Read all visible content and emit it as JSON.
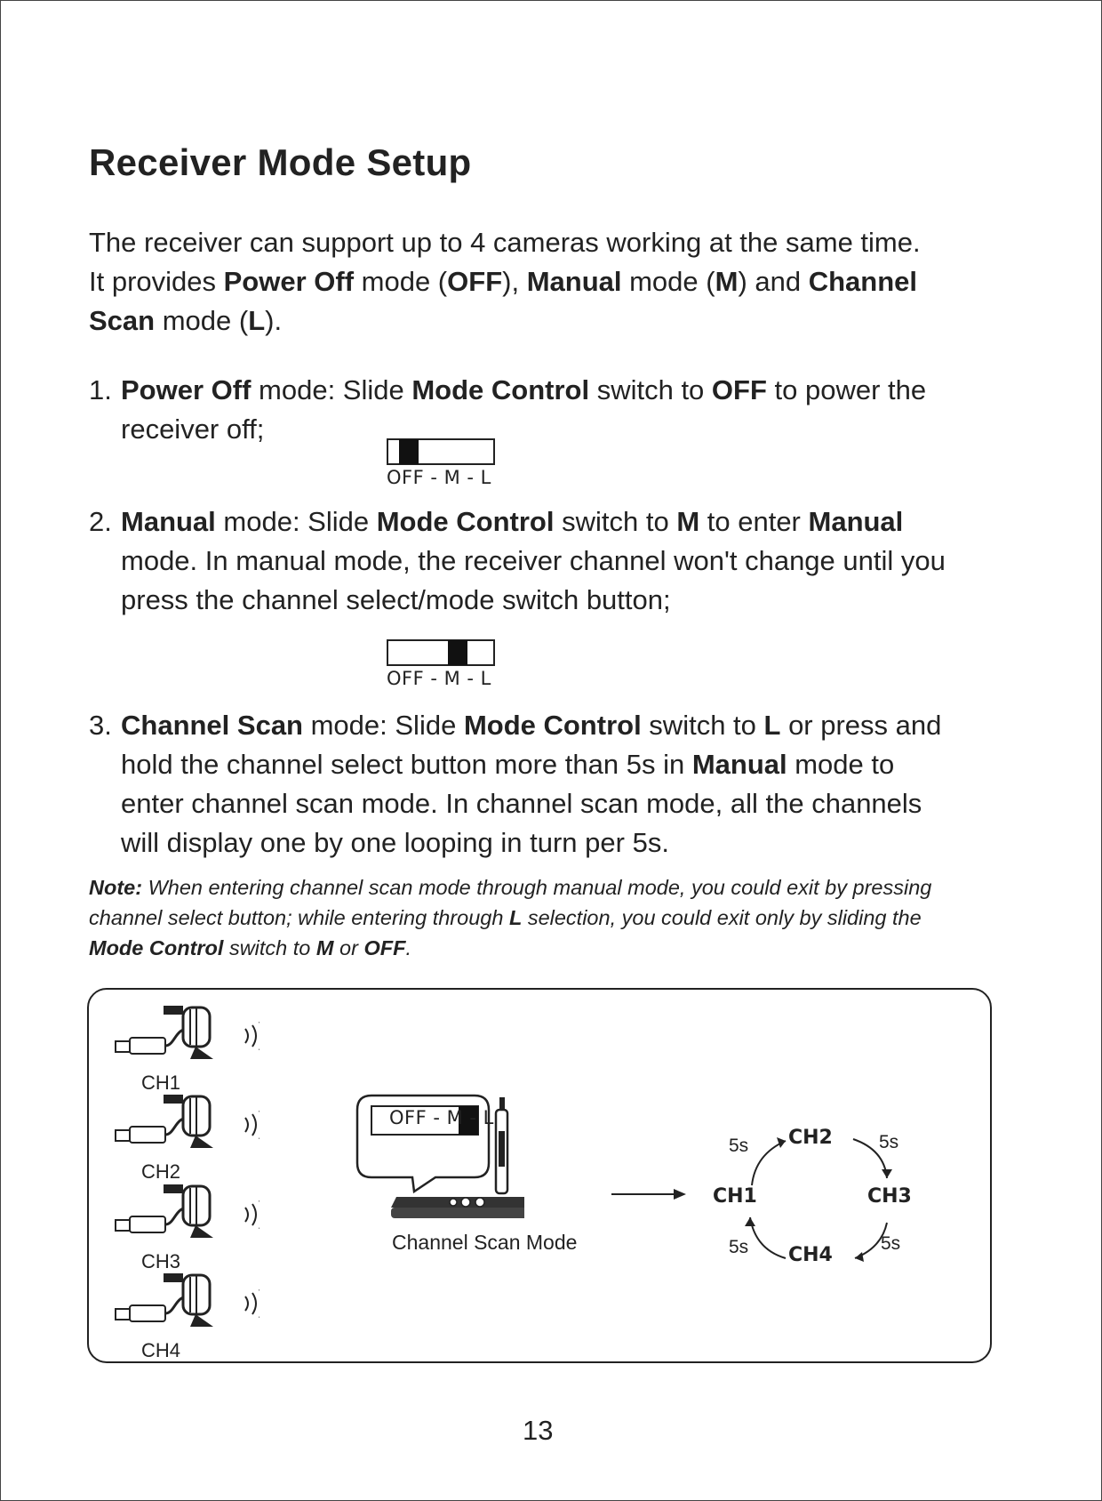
{
  "title": "Receiver Mode Setup",
  "intro": {
    "line1": "The receiver can support up to 4 cameras working at the same time.",
    "l2_a": "It provides ",
    "l2_b": "Power Off",
    "l2_c": " mode (",
    "l2_d": "OFF",
    "l2_e": "), ",
    "l2_f": "Manual",
    "l2_g": " mode (",
    "l2_h": "M",
    "l2_i": ") and ",
    "l2_j": "Channel",
    "l3_a": "Scan",
    "l3_b": " mode (",
    "l3_c": "L",
    "l3_d": ")."
  },
  "items": [
    {
      "num": "1.",
      "a": "Power Off",
      "b": " mode: Slide ",
      "c": "Mode Control",
      "d": " switch to ",
      "e": "OFF",
      "f": " to power the",
      "line2": "receiver off;"
    },
    {
      "num": "2.",
      "a": "Manual",
      "b": " mode: Slide ",
      "c": "Mode Control",
      "d": " switch to ",
      "e": "M",
      "f": " to enter ",
      "g": "Manual",
      "line2": "mode. In manual mode, the receiver channel won't change until you",
      "line3": "press the channel select/mode switch button;"
    },
    {
      "num": "3.",
      "a": "Channel Scan",
      "b": " mode: Slide ",
      "c": "Mode Control",
      "d": " switch to ",
      "e": "L",
      "f": " or press and",
      "l2_a": "hold the channel select button more than 5s in ",
      "l2_b": "Manual",
      "l2_c": " mode to",
      "line3": "enter channel scan mode. In channel scan mode, all the channels",
      "line4": "will display one by one looping in turn per 5s."
    }
  ],
  "note": {
    "label": "Note:",
    "l1": " When entering channel scan mode through manual mode, you could exit by pressing",
    "l2_a": "channel select button; while entering through ",
    "l2_b": "L",
    "l2_c": " selection, you could exit only by sliding the",
    "l3_a": "Mode Control",
    "l3_b": " switch to ",
    "l3_c": "M",
    "l3_d": " or ",
    "l3_e": "OFF",
    "l3_f": "."
  },
  "switch_label": "OFF - M - L",
  "switches": [
    {
      "position": "OFF"
    },
    {
      "position": "M"
    },
    {
      "position": "L"
    }
  ],
  "diagram": {
    "cameras": [
      "CH1",
      "CH2",
      "CH3",
      "CH4"
    ],
    "scan_label": "Channel Scan Mode",
    "cycle": {
      "ch1": "CH1",
      "ch2": "CH2",
      "ch3": "CH3",
      "ch4": "CH4",
      "interval": "5s"
    }
  },
  "page_number": "13",
  "icons": [
    "camera-icon",
    "signal-waves-icon",
    "receiver-icon",
    "arrow-right-icon",
    "cycle-arrow-icon"
  ],
  "colors": {
    "ink": "#222222",
    "background": "#ffffff"
  }
}
